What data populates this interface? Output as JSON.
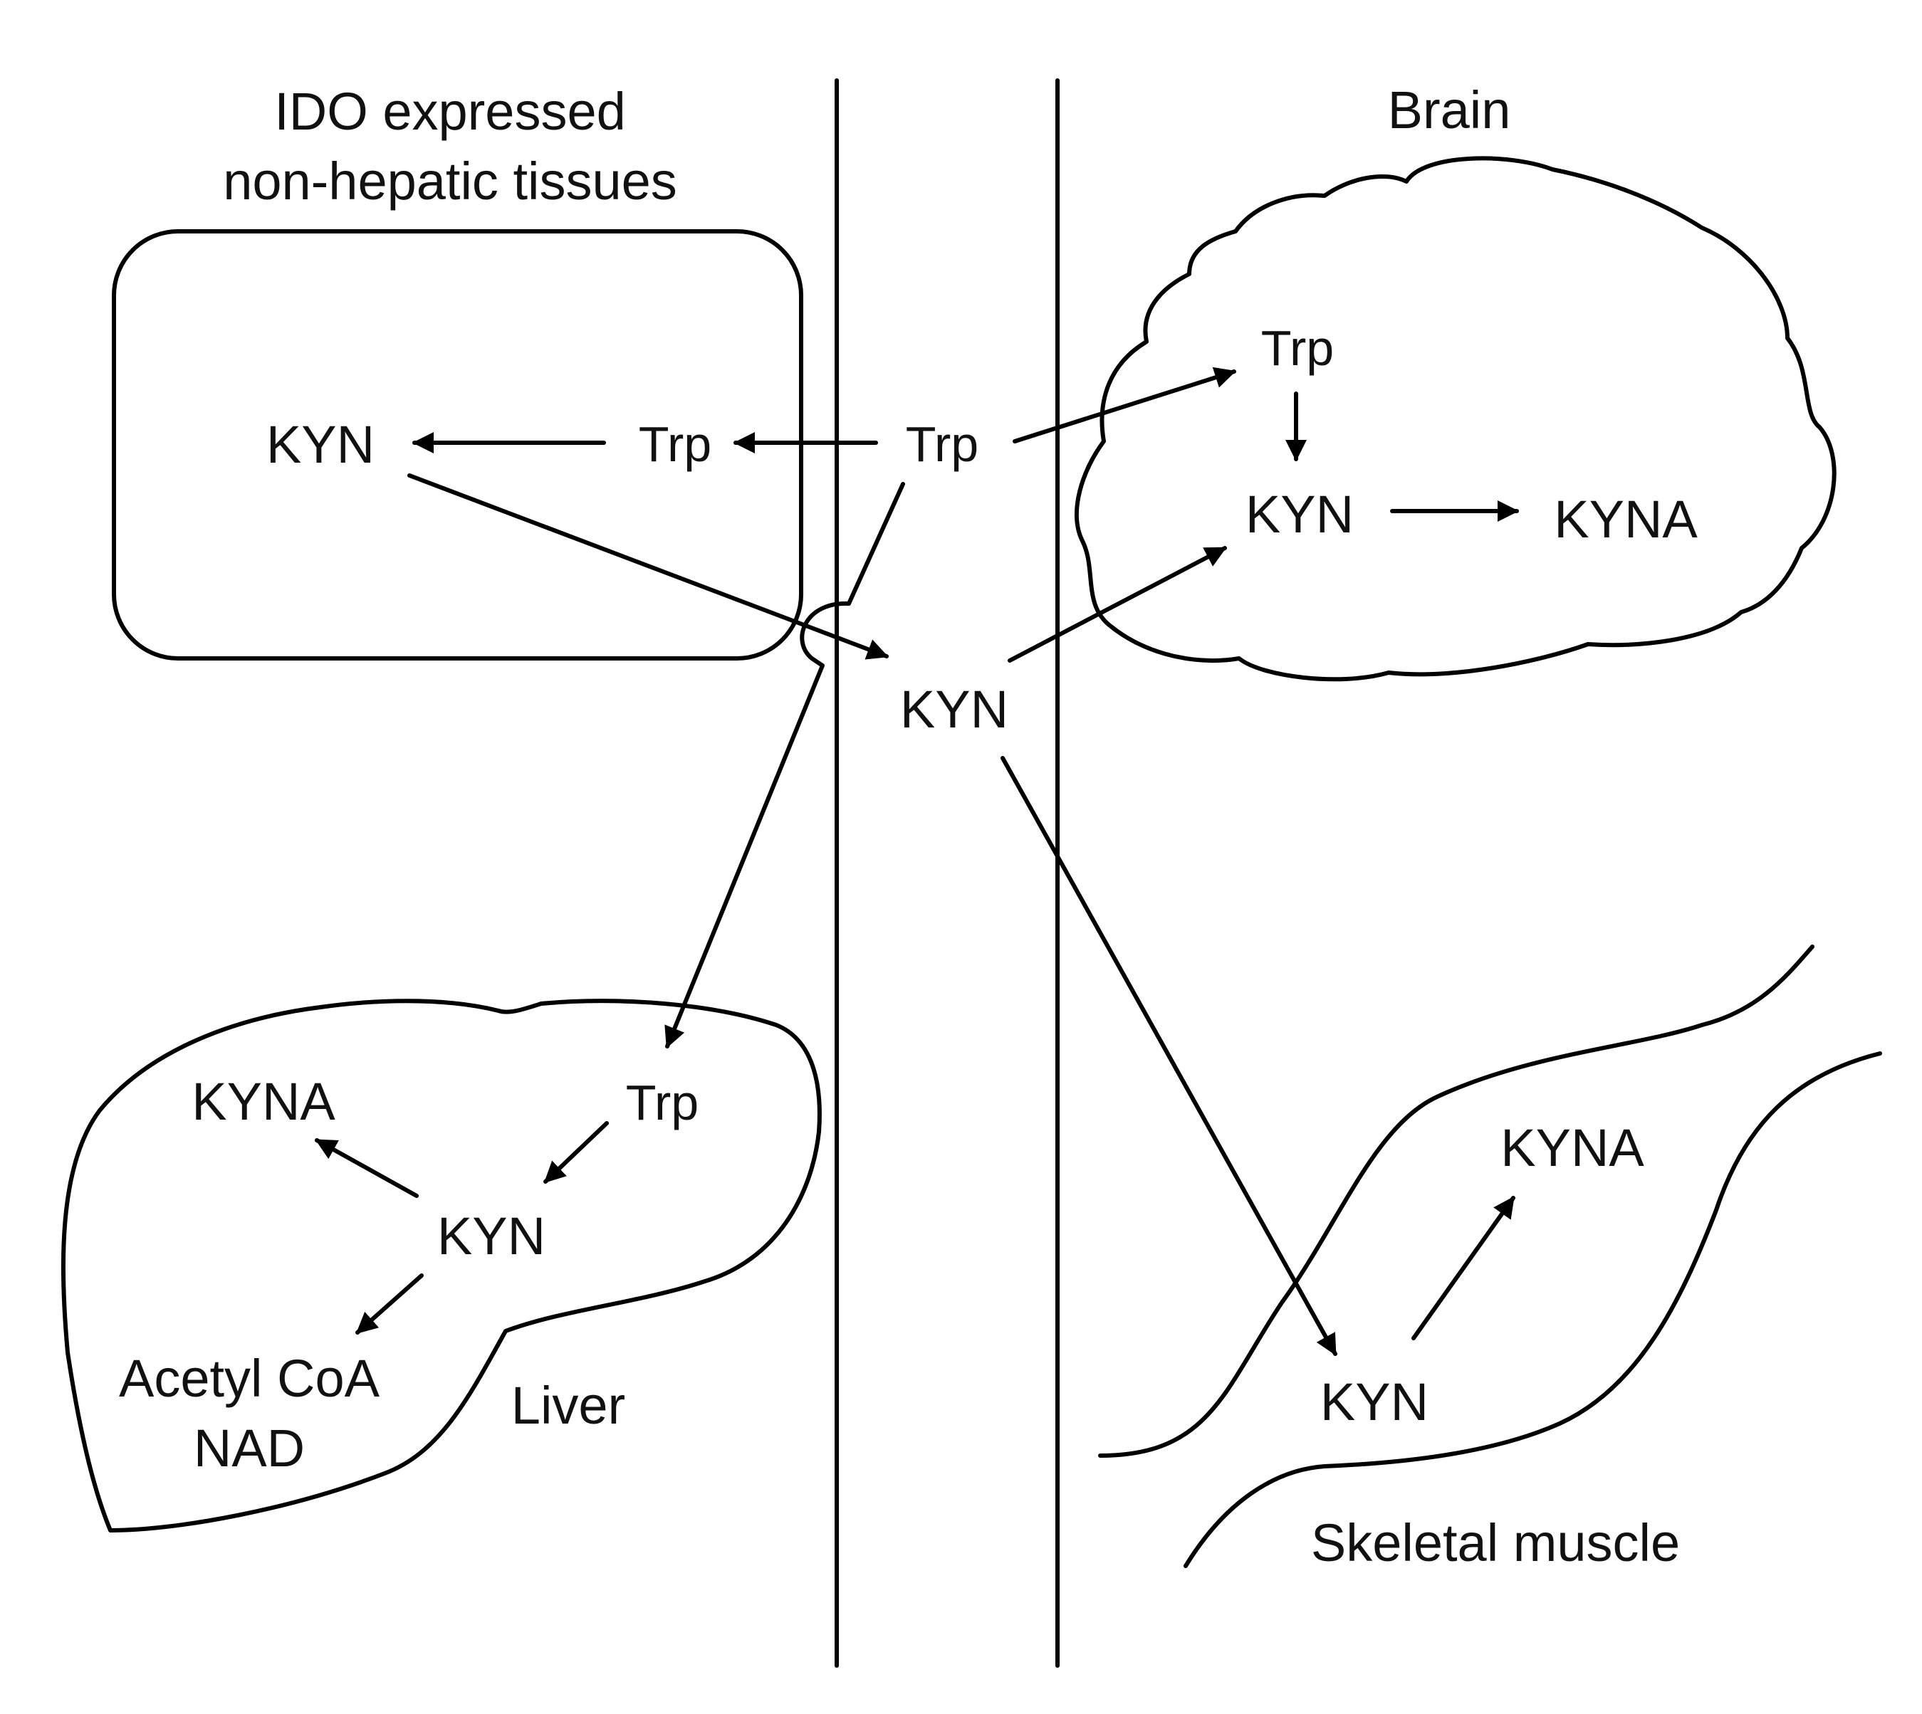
{
  "regions": {
    "ido": {
      "title_line1": "IDO expressed",
      "title_line2": "non-hepatic tissues",
      "kyn": "KYN",
      "trp": "Trp"
    },
    "blood": {
      "trp": "Trp",
      "kyn": "KYN"
    },
    "brain": {
      "title": "Brain",
      "trp": "Trp",
      "kyn": "KYN",
      "kyna": "KYNA"
    },
    "liver": {
      "title": "Liver",
      "trp": "Trp",
      "kyn": "KYN",
      "kyna": "KYNA",
      "product_line1": "Acetyl CoA",
      "product_line2": "NAD"
    },
    "muscle": {
      "title": "Skeletal muscle",
      "kyn": "KYN",
      "kyna": "KYNA"
    }
  }
}
